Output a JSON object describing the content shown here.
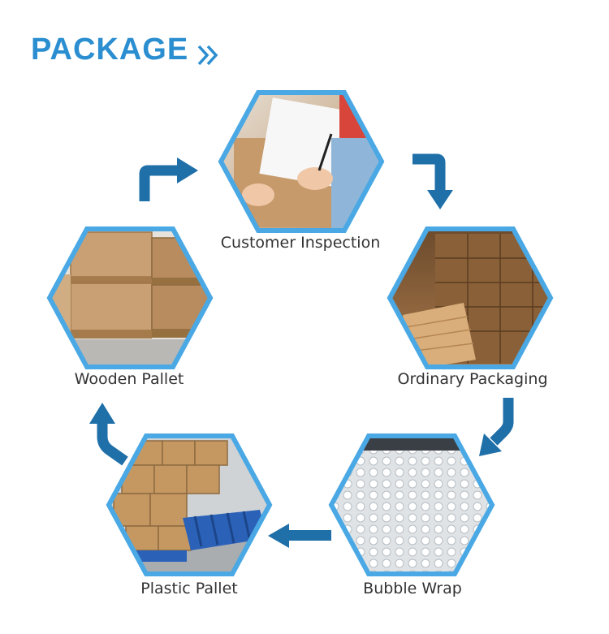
{
  "header": {
    "title": "PACKAGE"
  },
  "steps": [
    {
      "label": "Customer Inspection"
    },
    {
      "label": "Ordinary Packaging"
    },
    {
      "label": "Bubble Wrap"
    },
    {
      "label": "Plastic Pallet"
    },
    {
      "label": "Wooden Pallet"
    }
  ],
  "colors": {
    "accent": "#2a8ed0",
    "arrow": "#1f6fa8",
    "hex_border": "#4aa8e4",
    "cardboard": "#b8875a",
    "text": "#333333"
  },
  "icons": [
    "double-chevron-right-icon",
    "bent-arrow-icon"
  ]
}
